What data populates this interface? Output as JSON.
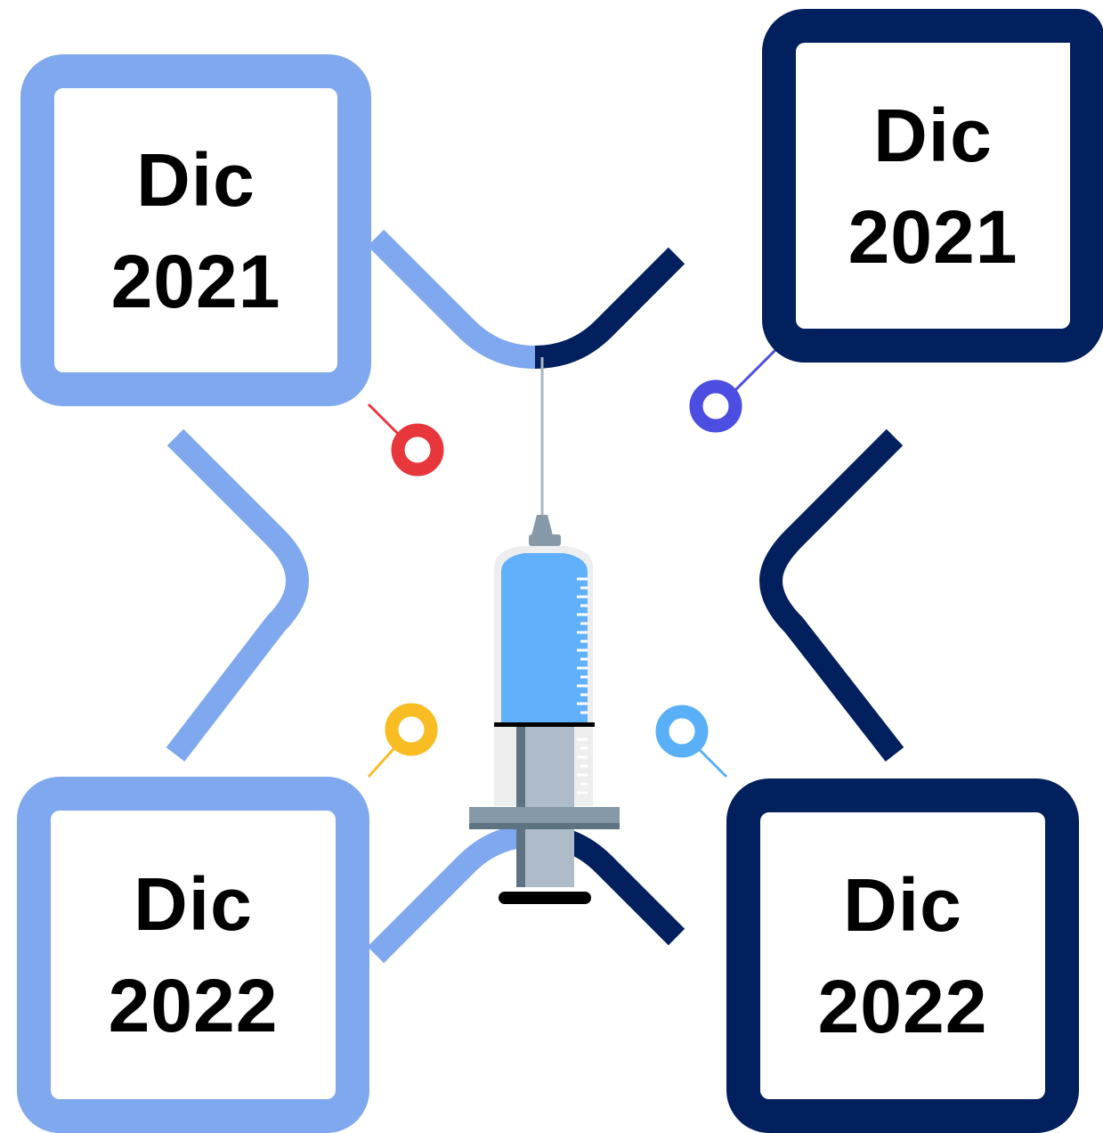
{
  "colors": {
    "light_blue": "#7fa8ee",
    "navy": "#02205e",
    "marker_red": "#e8363d",
    "marker_indigo": "#4b4ee0",
    "marker_yellow": "#f7bd23",
    "marker_sky": "#5ab0f7",
    "syringe_liquid": "#60b0fb",
    "syringe_barrel": "#eeeeee",
    "syringe_plunger": "#adbcc8",
    "syringe_flange": "#8599a8",
    "syringe_dark": "#5d7382",
    "needle": "#aab8c4",
    "outline_black": "#000000"
  },
  "cards": {
    "top_left": {
      "month": "Dic",
      "year": "2021"
    },
    "top_right": {
      "month": "Dic",
      "year": "2021"
    },
    "bottom_left": {
      "month": "Dic",
      "year": "2022"
    },
    "bottom_right": {
      "month": "Dic",
      "year": "2022"
    }
  },
  "icons": {
    "center": "syringe-icon",
    "markers": [
      "red-ring-marker",
      "indigo-ring-marker",
      "yellow-ring-marker",
      "sky-ring-marker"
    ]
  }
}
